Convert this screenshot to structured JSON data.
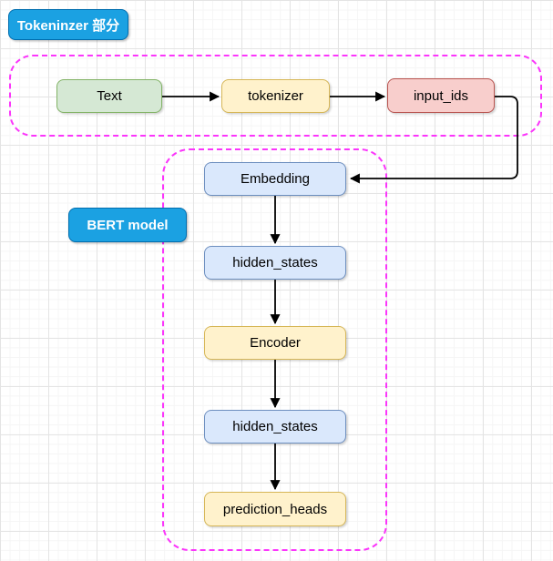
{
  "diagram": {
    "groups": {
      "tokenizer_section": {
        "label": "Tokeninzer 部分"
      },
      "bert_model": {
        "label": "BERT model"
      }
    },
    "nodes": {
      "text": {
        "label": "Text",
        "fill": "#d5e8d4",
        "stroke": "#82b366"
      },
      "tokenizer": {
        "label": "tokenizer",
        "fill": "#fff2cc",
        "stroke": "#d6b656"
      },
      "input_ids": {
        "label": "input_ids",
        "fill": "#f8cecc",
        "stroke": "#b85450"
      },
      "embedding": {
        "label": "Embedding",
        "fill": "#dae8fc",
        "stroke": "#6c8ebf"
      },
      "hidden_states_1": {
        "label": "hidden_states",
        "fill": "#dae8fc",
        "stroke": "#6c8ebf"
      },
      "encoder": {
        "label": "Encoder",
        "fill": "#fff2cc",
        "stroke": "#d6b656"
      },
      "hidden_states_2": {
        "label": "hidden_states",
        "fill": "#dae8fc",
        "stroke": "#6c8ebf"
      },
      "prediction_heads": {
        "label": "prediction_heads",
        "fill": "#fff2cc",
        "stroke": "#d6b656"
      }
    },
    "edges": [
      {
        "from": "text",
        "to": "tokenizer"
      },
      {
        "from": "tokenizer",
        "to": "input_ids"
      },
      {
        "from": "input_ids",
        "to": "embedding"
      },
      {
        "from": "embedding",
        "to": "hidden_states_1"
      },
      {
        "from": "hidden_states_1",
        "to": "encoder"
      },
      {
        "from": "encoder",
        "to": "hidden_states_2"
      },
      {
        "from": "hidden_states_2",
        "to": "prediction_heads"
      }
    ],
    "colors": {
      "group_label_fill": "#1ba1e2",
      "group_label_stroke": "#006eaf",
      "dashed_container_stroke": "#fb35fb",
      "edge_stroke": "#000000"
    }
  }
}
